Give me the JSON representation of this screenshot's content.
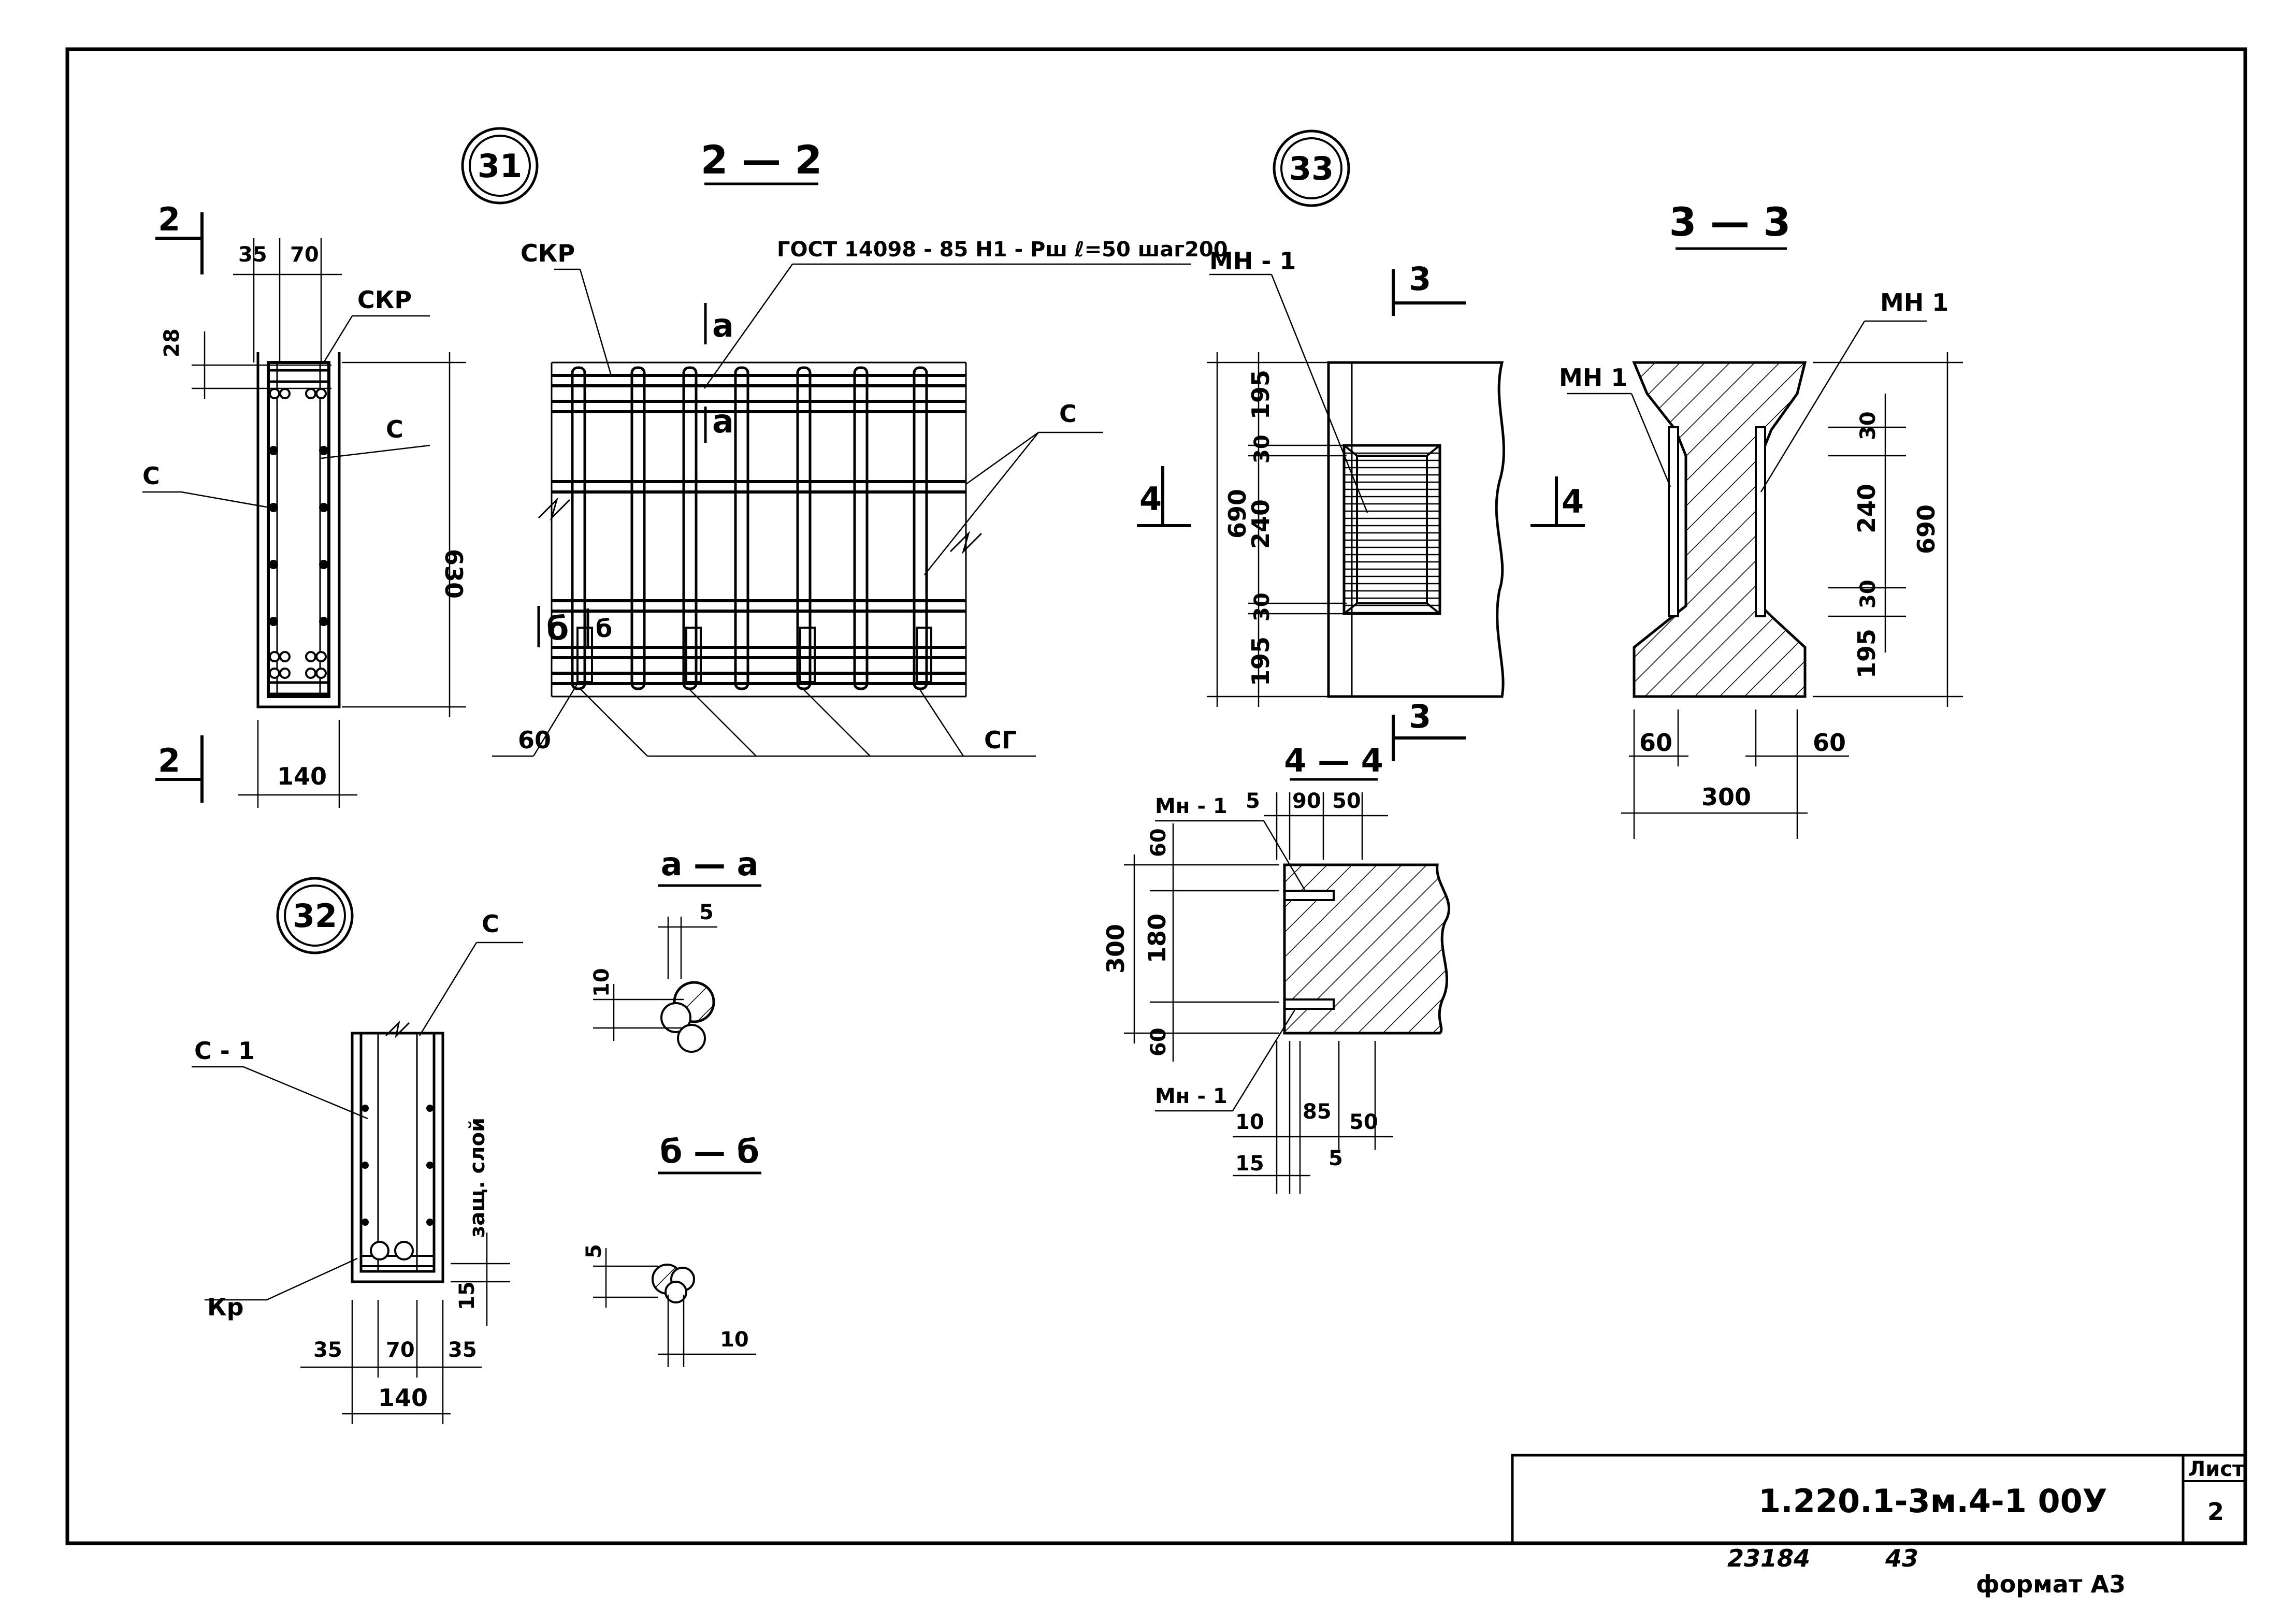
{
  "markers": {
    "m31": "31",
    "m32": "32",
    "m33": "33"
  },
  "sections": {
    "s22": "2 — 2",
    "s33": "3 — 3",
    "s44": "4 — 4",
    "saa": "а — а",
    "sbb": "б — б",
    "cut2": "2",
    "cut3": "3",
    "cut4": "4",
    "cut_a": "а",
    "cut_b": "б"
  },
  "labels": {
    "skr": "СКР",
    "c": "С",
    "c1": "С - 1",
    "kr": "Кр",
    "sg": "СГ",
    "mn1": "МН - 1",
    "mn1b": "МН 1",
    "mn1c": "Мн - 1",
    "gost": "ГОСТ 14098 - 85 Н1 - Рш ℓ=50 шаг200",
    "zash": "защ. слой"
  },
  "dims": {
    "d35": "35",
    "d70": "70",
    "d28": "28",
    "d630": "630",
    "d140": "140",
    "d60": "60",
    "d690": "690",
    "d195": "195",
    "d30": "30",
    "d240": "240",
    "d300": "300",
    "d180": "180",
    "d5": "5",
    "d10": "10",
    "d15": "15",
    "d85": "85",
    "d50": "50",
    "d90": "90"
  },
  "titleblock": {
    "code": "1.220.1-3м.4-1  00У",
    "sheet_label": "Лист",
    "sheet_no": "2"
  },
  "footer": {
    "num1": "23184",
    "num2": "43",
    "format": "формат А3"
  },
  "colors": {
    "ink": "#000000",
    "paper": "#ffffff"
  }
}
